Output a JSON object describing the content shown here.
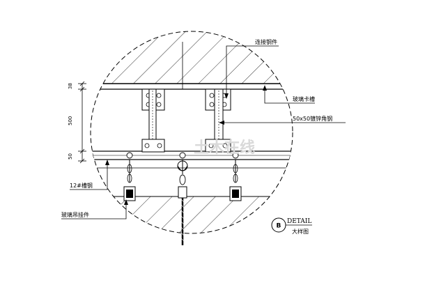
{
  "labels": {
    "connecting_steel": "连接钢件",
    "glass_clamp_slot": "玻璃卡槽",
    "angle_steel": "50x50镀锌角钢",
    "channel_steel": "12#槽钢",
    "glass_hanger": "玻璃吊挂件"
  },
  "dimensions": {
    "top": "38",
    "middle": "500",
    "bottom": "50"
  },
  "detail": {
    "marker": "B",
    "word": "DETAIL",
    "caption": "大样图"
  },
  "watermark": "土木在线"
}
